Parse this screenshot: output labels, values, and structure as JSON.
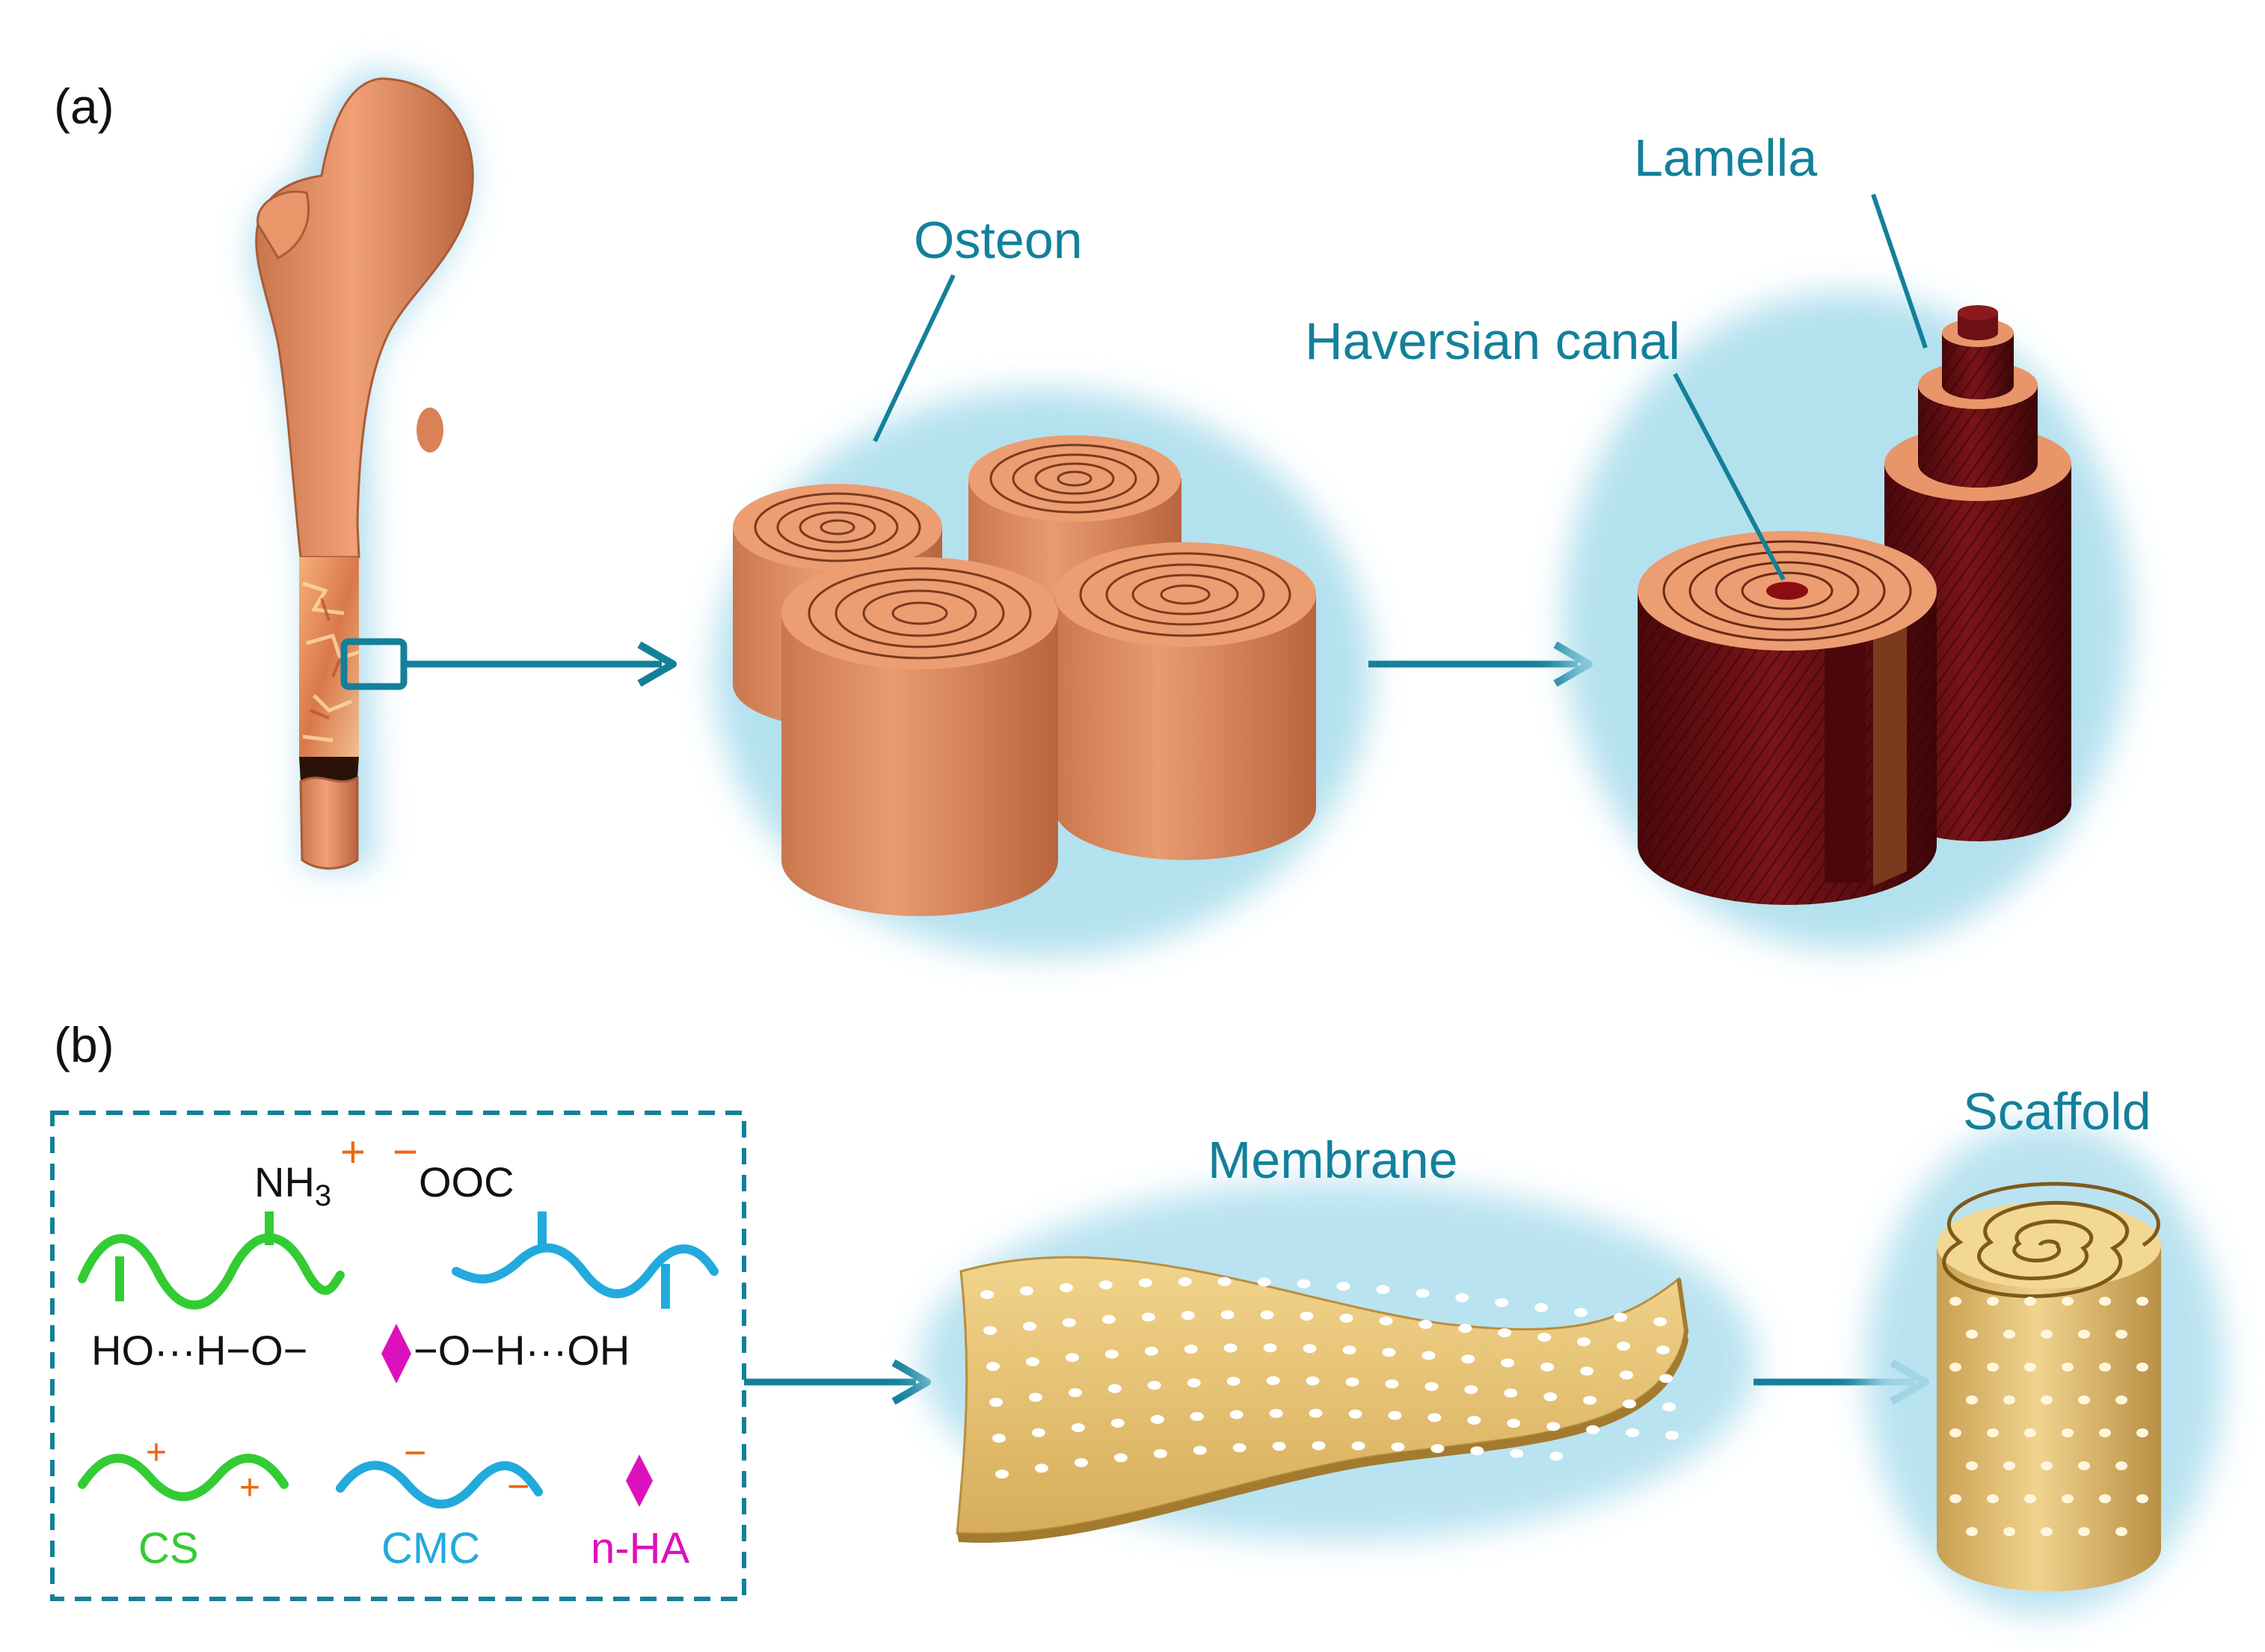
{
  "panel_a": {
    "label": "(a)",
    "osteon_label": "Osteon",
    "haversian_label": "Haversian canal",
    "lamella_label": "Lamella"
  },
  "panel_b": {
    "label": "(b)",
    "chem": {
      "nh3": "NH",
      "nh3_sub": "3",
      "plus": "+",
      "minus": "−",
      "ooc": "OOC",
      "bond_line": "HO···H−O−",
      "bond_line_right": "−O−H···OH"
    },
    "legend": {
      "cs": "CS",
      "cmc": "CMC",
      "nha": "n-HA",
      "cs_plus": "+",
      "cmc_minus": "−"
    },
    "membrane_label": "Membrane",
    "scaffold_label": "Scaffold"
  },
  "colors": {
    "teal": "#13809a",
    "bone": "#e89066",
    "bone_dark": "#c86e46",
    "lamella_dark": "#5c0d10",
    "membrane": "#e7c373",
    "cs_green": "#33cc33",
    "cmc_blue": "#22aadd",
    "nha_magenta": "#dd11bb",
    "charge_orange": "#ee6611"
  }
}
